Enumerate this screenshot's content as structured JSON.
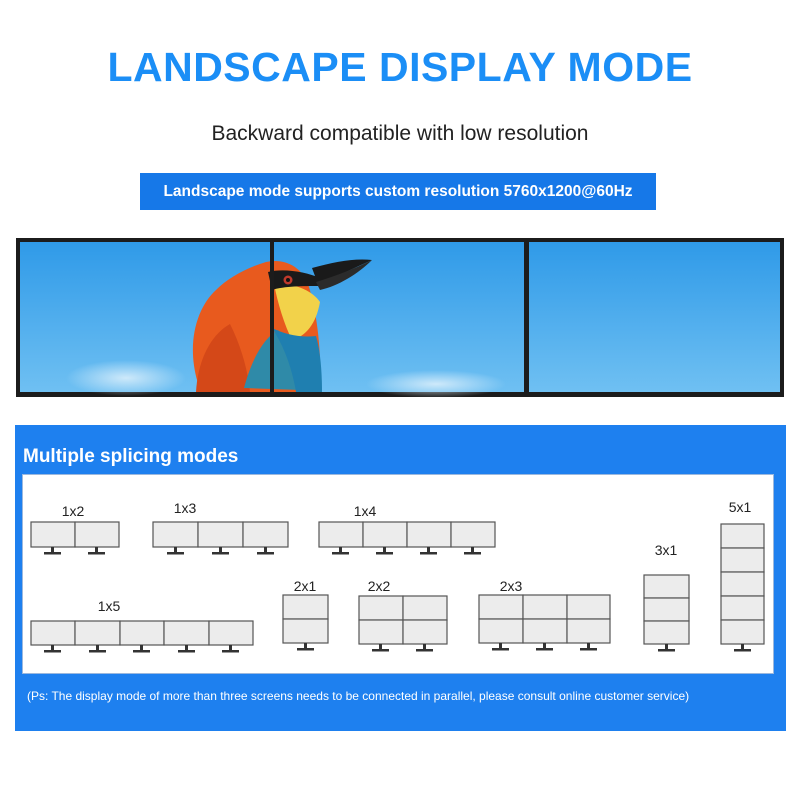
{
  "header": {
    "title": "LANDSCAPE DISPLAY MODE",
    "subtitle": "Backward compatible with low resolution",
    "banner": "Landscape mode supports custom resolution 5760x1200@60Hz"
  },
  "splicing": {
    "title": "Multiple splicing modes",
    "modes": [
      {
        "label": "1x2",
        "rows": 1,
        "cols": 2
      },
      {
        "label": "1x3",
        "rows": 1,
        "cols": 3
      },
      {
        "label": "1x4",
        "rows": 1,
        "cols": 4
      },
      {
        "label": "3x1",
        "rows": 3,
        "cols": 1
      },
      {
        "label": "5x1",
        "rows": 5,
        "cols": 1
      },
      {
        "label": "1x5",
        "rows": 1,
        "cols": 5
      },
      {
        "label": "2x1",
        "rows": 2,
        "cols": 1
      },
      {
        "label": "2x2",
        "rows": 2,
        "cols": 2
      },
      {
        "label": "2x3",
        "rows": 2,
        "cols": 3
      }
    ],
    "note": "(Ps: The display mode of more than three screens needs to be connected in parallel, please consult online customer service)"
  },
  "colors": {
    "accent": "#1b8ef6",
    "banner": "#1678e8",
    "panel": "#1e80ef"
  }
}
